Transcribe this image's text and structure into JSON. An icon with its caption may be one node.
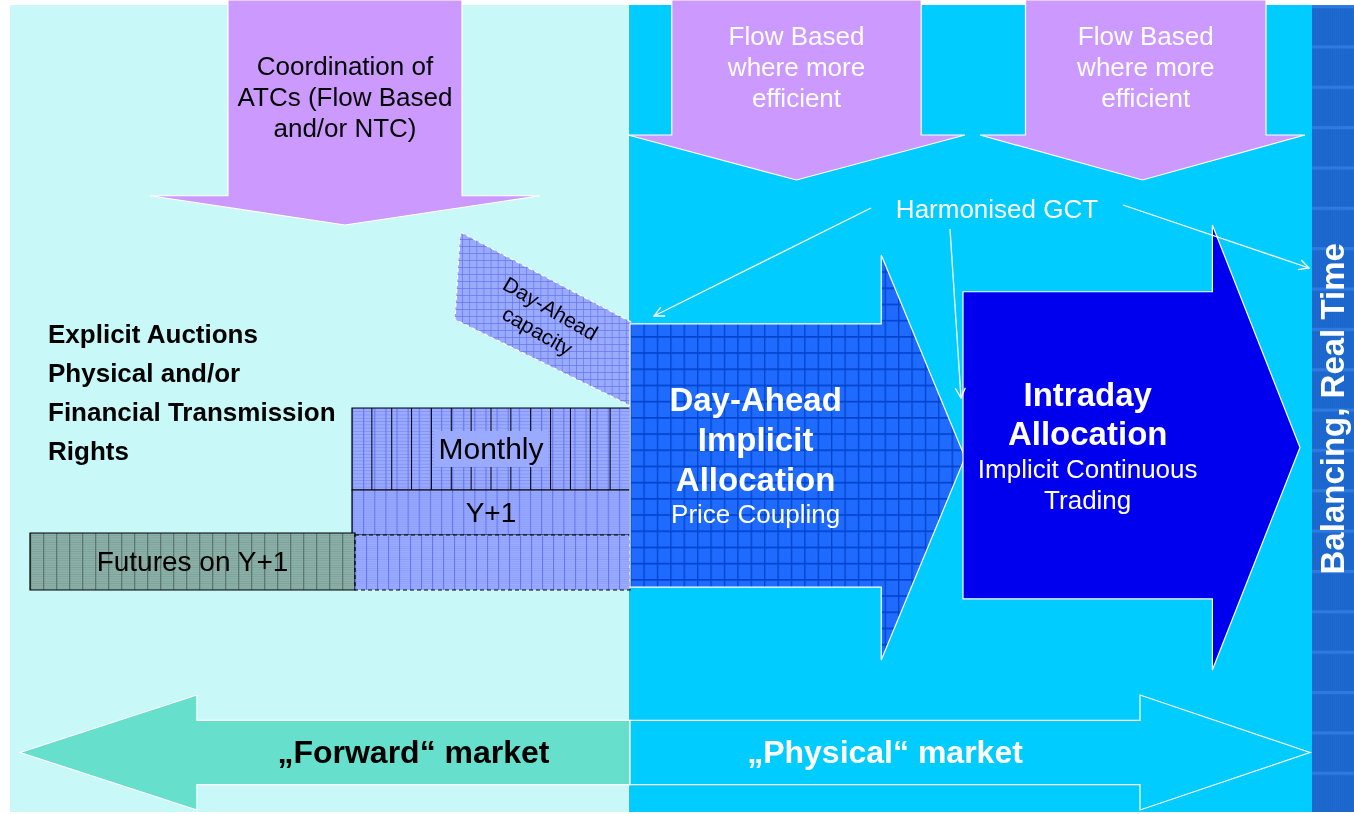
{
  "diagram": {
    "nodes": [
      {
        "text": [
          "Coordination of ATCs (Flow Based and/or NTC)"
        ]
      },
      {
        "text": [
          "Flow Based where more efficient"
        ]
      },
      {
        "text": [
          "Flow Based where more efficient"
        ]
      },
      {
        "text": [
          "Harmonised GCT"
        ]
      },
      {
        "text": [
          "Day-Ahead capacity"
        ]
      },
      {
        "text": [
          "Monthly"
        ]
      },
      {
        "text": [
          "Y+1"
        ]
      },
      {
        "text": [
          "Futures on Y+1"
        ]
      },
      {
        "text": [],
        "shape": "box"
      },
      {
        "text": [
          "Day-Ahead Implicit Allocation",
          "Price Coupling"
        ]
      },
      {
        "text": [
          "Intraday Allocation",
          "Implicit Continuous Trading"
        ]
      },
      {
        "text": [
          "Balancing, Real Time"
        ]
      },
      {
        "text": [
          "„Forward“ market"
        ]
      },
      {
        "text": [
          "„Physical“ market"
        ]
      }
    ],
    "edges": [
      {
        "from": 3,
        "to": 9,
        "arrow": "to"
      },
      {
        "from": 3,
        "to": 10,
        "arrow": "to"
      },
      {
        "from": 3,
        "to": 11,
        "arrow": "to"
      }
    ],
    "labels": [
      "Explicit Auctions Physical and/or Financial Transmission Rights"
    ]
  }
}
